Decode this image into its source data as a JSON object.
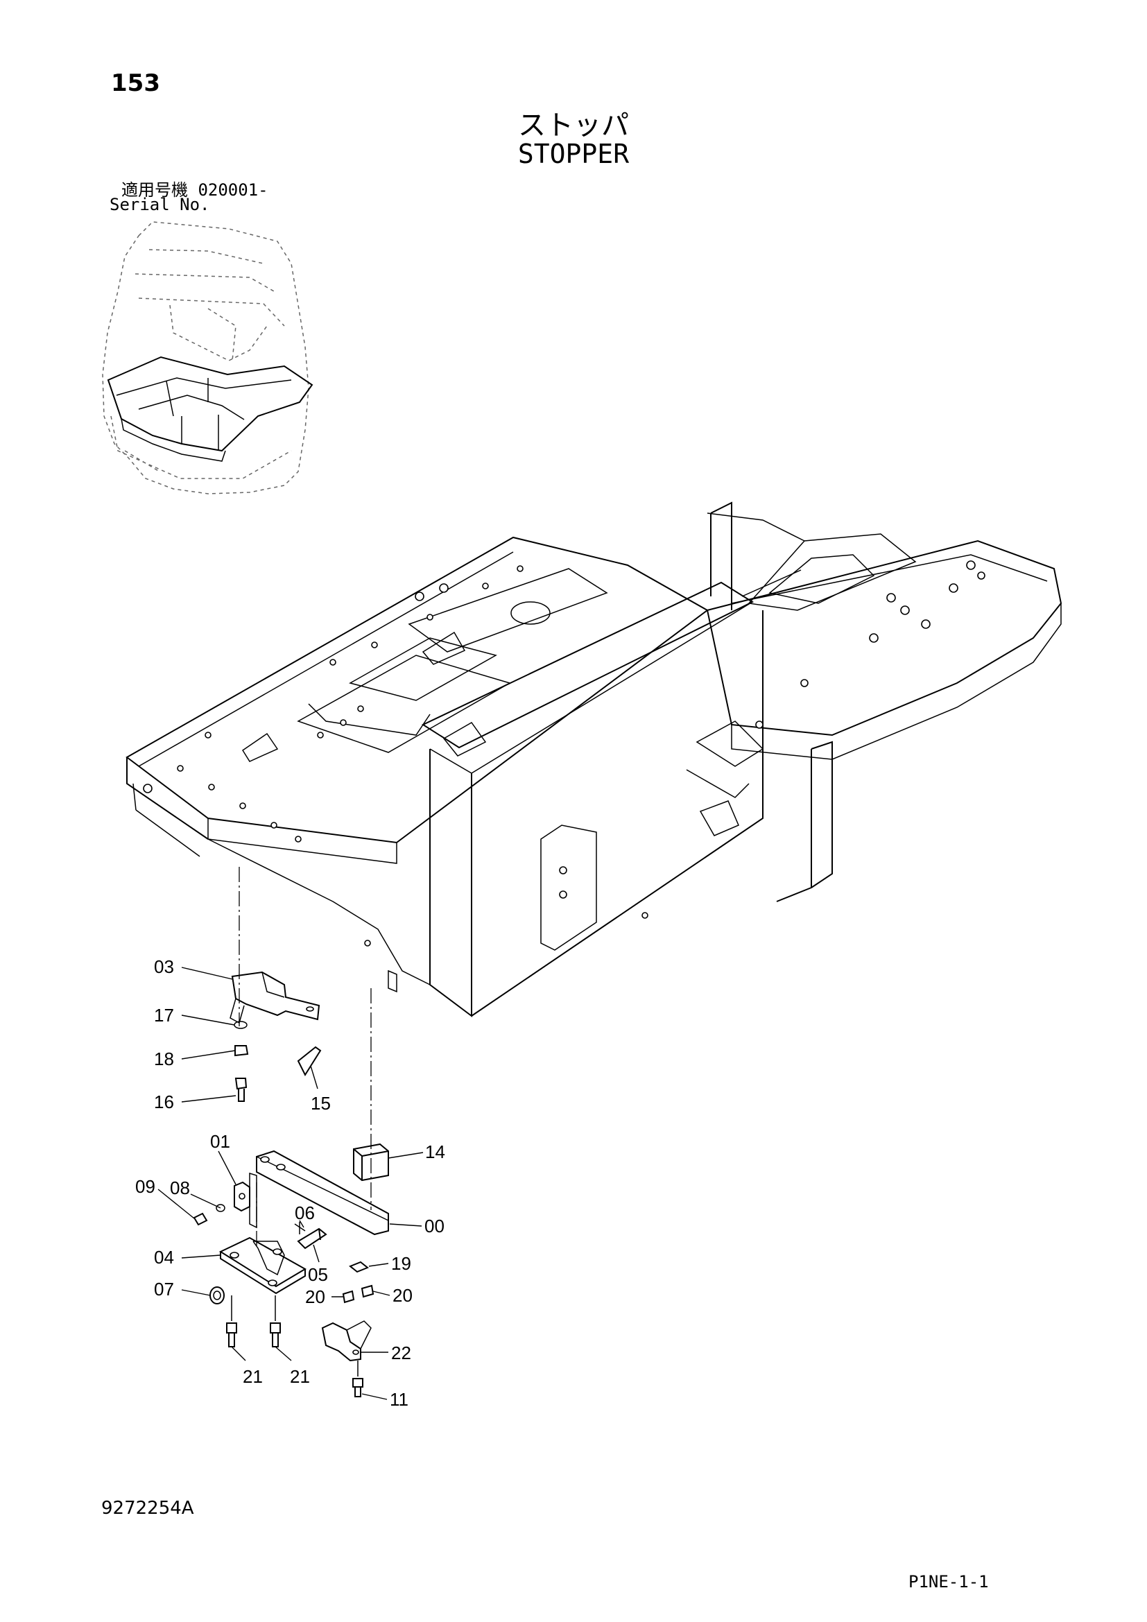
{
  "header": {
    "page_number": "153",
    "title_jp": "ストッパ",
    "title_en": "STOPPER",
    "serial_label_jp": "適用号機  020001-",
    "serial_label_en": "Serial No."
  },
  "footer": {
    "doc_number": "9272254A",
    "page_code": "P1NE-1-1"
  },
  "callouts": {
    "c03": "03",
    "c17": "17",
    "c18": "18",
    "c16": "16",
    "c15": "15",
    "c01": "01",
    "c08": "08",
    "c09": "09",
    "c14": "14",
    "c06": "06",
    "c00": "00",
    "c04": "04",
    "c05": "05",
    "c19": "19",
    "c07": "07",
    "c20a": "20",
    "c20b": "20",
    "c22": "22",
    "c21a": "21",
    "c21b": "21",
    "c11": "11"
  },
  "icons": {
    "overview": "machine-overview-thumbnail",
    "frame": "upper-frame-isometric",
    "stopper": "stopper-assembly"
  }
}
